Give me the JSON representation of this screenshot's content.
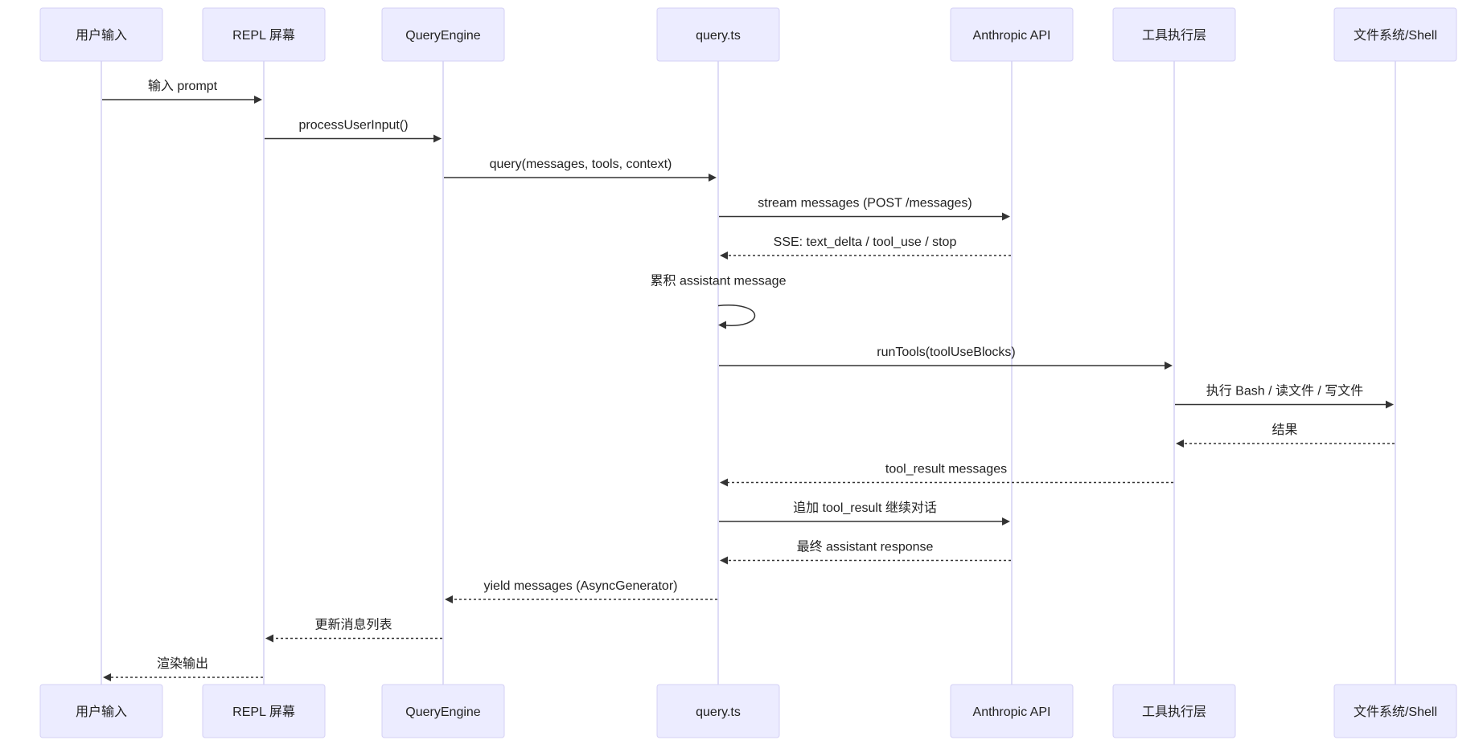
{
  "participants": [
    {
      "id": "user",
      "label": "用户输入"
    },
    {
      "id": "repl",
      "label": "REPL 屏幕"
    },
    {
      "id": "engine",
      "label": "QueryEngine"
    },
    {
      "id": "query",
      "label": "query.ts"
    },
    {
      "id": "api",
      "label": "Anthropic API"
    },
    {
      "id": "tools",
      "label": "工具执行层"
    },
    {
      "id": "fs",
      "label": "文件系统/Shell"
    }
  ],
  "messages": [
    {
      "from": "user",
      "to": "repl",
      "label": "输入 prompt",
      "style": "solid"
    },
    {
      "from": "repl",
      "to": "engine",
      "label": "processUserInput()",
      "style": "solid"
    },
    {
      "from": "engine",
      "to": "query",
      "label": "query(messages, tools, context)",
      "style": "solid"
    },
    {
      "from": "query",
      "to": "api",
      "label": "stream messages (POST /messages)",
      "style": "solid"
    },
    {
      "from": "api",
      "to": "query",
      "label": "SSE: text_delta / tool_use / stop",
      "style": "dashed"
    },
    {
      "from": "query",
      "to": "query",
      "label": "累积 assistant message",
      "style": "self"
    },
    {
      "from": "query",
      "to": "tools",
      "label": "runTools(toolUseBlocks)",
      "style": "solid"
    },
    {
      "from": "tools",
      "to": "fs",
      "label": "执行 Bash / 读文件 / 写文件",
      "style": "solid"
    },
    {
      "from": "fs",
      "to": "tools",
      "label": "结果",
      "style": "dashed"
    },
    {
      "from": "tools",
      "to": "query",
      "label": "tool_result messages",
      "style": "dashed"
    },
    {
      "from": "query",
      "to": "api",
      "label": "追加 tool_result 继续对话",
      "style": "solid"
    },
    {
      "from": "api",
      "to": "query",
      "label": "最终 assistant response",
      "style": "dashed"
    },
    {
      "from": "query",
      "to": "engine",
      "label": "yield messages (AsyncGenerator)",
      "style": "dashed"
    },
    {
      "from": "engine",
      "to": "repl",
      "label": "更新消息列表",
      "style": "dashed"
    },
    {
      "from": "repl",
      "to": "user",
      "label": "渲染输出",
      "style": "dashed"
    }
  ]
}
